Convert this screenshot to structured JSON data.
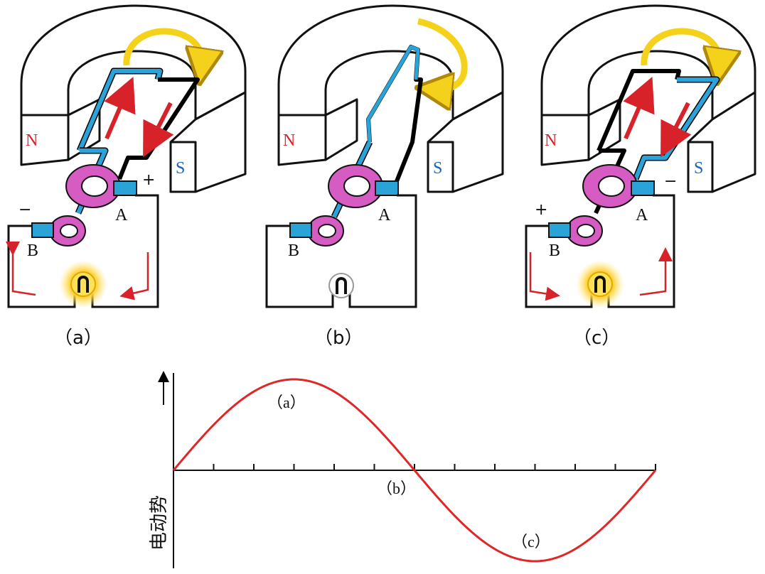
{
  "panels": [
    {
      "caption": "（a）",
      "pole_n": "N",
      "pole_s": "S",
      "label_a": "A",
      "label_b": "B",
      "sign_a": "+",
      "sign_b": "−",
      "lamp_lit": true
    },
    {
      "caption": "（b）",
      "pole_n": "N",
      "pole_s": "S",
      "label_a": "A",
      "label_b": "B",
      "sign_a": "",
      "sign_b": "",
      "lamp_lit": false
    },
    {
      "caption": "（c）",
      "pole_n": "N",
      "pole_s": "S",
      "label_a": "A",
      "label_b": "B",
      "sign_a": "−",
      "sign_b": "+",
      "lamp_lit": true
    }
  ],
  "graph": {
    "ylabel": "电动势",
    "marker_a": "（a）",
    "marker_b": "（b）",
    "marker_c": "（c）",
    "curve_color": "#e02727"
  },
  "colors": {
    "north": "#d8222a",
    "south": "#1c63b7",
    "coil_blue": "#2aa3d8",
    "ring": "#d65bc3",
    "arrow_yellow": "#f4d21c",
    "arrow_red": "#d8222a"
  }
}
